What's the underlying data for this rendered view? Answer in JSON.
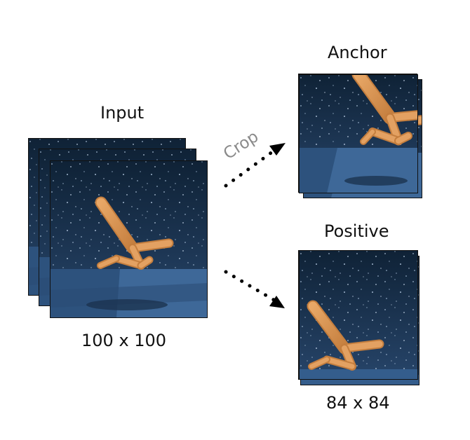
{
  "input": {
    "title": "Input",
    "size_label": "100 x 100"
  },
  "crop_label": "Crop",
  "anchor": {
    "title": "Anchor"
  },
  "positive": {
    "title": "Positive",
    "size_label": "84 x 84"
  },
  "colors": {
    "frame_top": "#0f2236",
    "frame_bottom": "#27456a",
    "floor": "#345d8c",
    "floor_light": "#4f7bab",
    "limb": "#d99450",
    "limb_dark": "#b97437",
    "arrow": "#000000",
    "crop_text": "#8a8a8a"
  }
}
